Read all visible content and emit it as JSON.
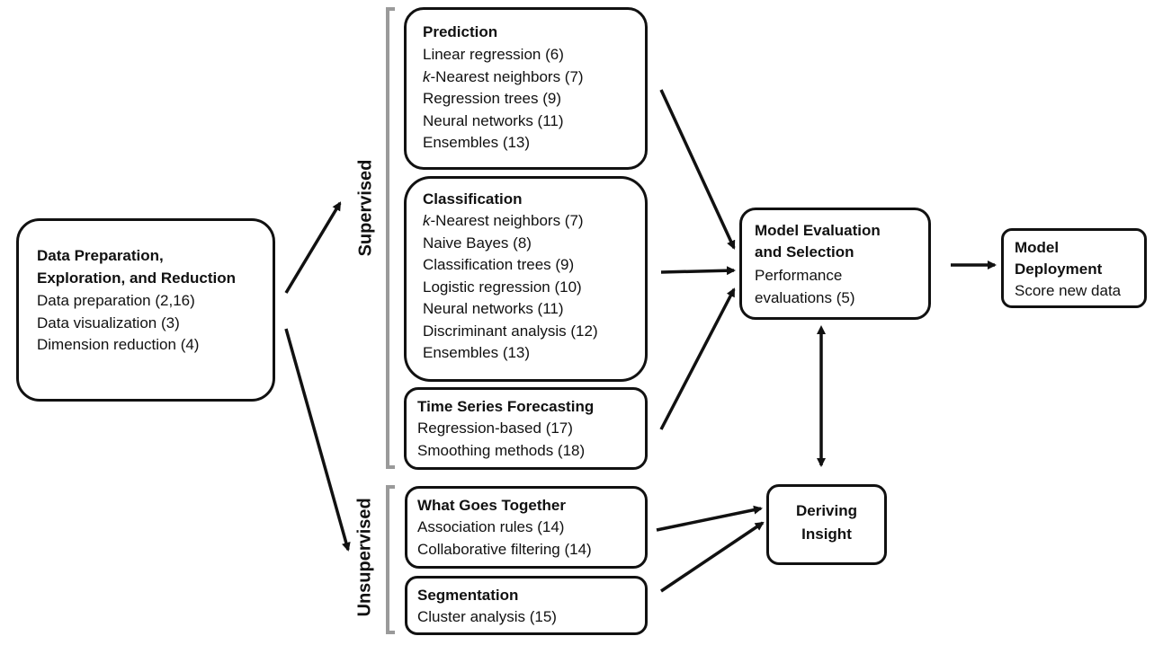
{
  "data_prep": {
    "title": "Data Preparation, Exploration, and Reduction",
    "items": [
      "Data preparation (2,16)",
      "Data visualization (3)",
      "Dimension reduction (4)"
    ]
  },
  "supervised": {
    "label": "Supervised",
    "prediction": {
      "title": "Prediction",
      "items": [
        "Linear regression (6)",
        "-Nearest neighbors (7)",
        "Regression trees (9)",
        "Neural networks (11)",
        "Ensembles (13)"
      ],
      "k": "k"
    },
    "classification": {
      "title": "Classification",
      "items": [
        "-Nearest neighbors (7)",
        "Naive Bayes (8)",
        "Classification trees (9)",
        "Logistic regression (10)",
        "Neural networks (11)",
        "Discriminant analysis (12)",
        "Ensembles (13)"
      ],
      "k": "k"
    },
    "time_series": {
      "title": "Time Series Forecasting",
      "items": [
        "Regression-based (17)",
        "Smoothing methods (18)"
      ]
    }
  },
  "unsupervised": {
    "label": "Unsupervised",
    "what_goes_together": {
      "title": "What Goes Together",
      "items": [
        "Association rules (14)",
        "Collaborative filtering (14)"
      ]
    },
    "segmentation": {
      "title": "Segmentation",
      "items": [
        "Cluster analysis (15)"
      ]
    }
  },
  "model_eval": {
    "title_line1": "Model Evaluation",
    "title_line2": "and Selection",
    "items": [
      "Performance",
      "evaluations (5)"
    ]
  },
  "model_deploy": {
    "title_line1": "Model",
    "title_line2": "Deployment",
    "items": [
      "Score new data"
    ]
  },
  "deriving_insight": {
    "title_line1": "Deriving",
    "title_line2": "Insight"
  }
}
